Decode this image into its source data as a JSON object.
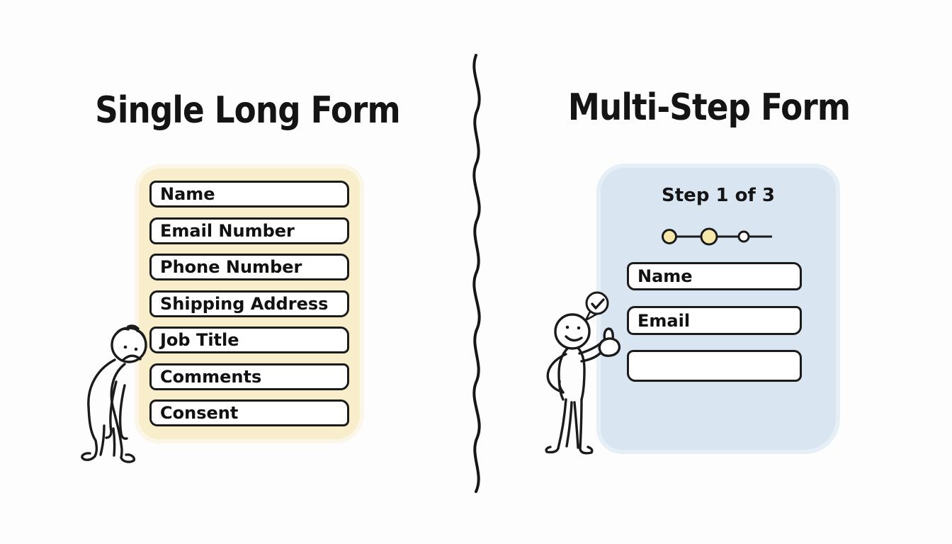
{
  "background_color": "#fdfdfd",
  "ink_color": "#1b1b1b",
  "left_section": {
    "title": "Single Long Form",
    "panel_color": "#f8eecb",
    "fields": [
      "Name",
      "Email Number",
      "Phone Number",
      "Shipping Address",
      "Job Title",
      "Comments",
      "Consent"
    ],
    "character": {
      "name": "sad-hunched-person",
      "mood": "sad"
    }
  },
  "divider": {
    "type": "wavy-vertical-line",
    "color": "#161616"
  },
  "right_section": {
    "title": "Multi-Step Form",
    "panel_color": "#d9e6f1",
    "step_label": "Step 1 of 3",
    "progress": {
      "total_steps": 3,
      "filled_steps": 2,
      "active_color": "#f6e8ab",
      "inactive_color": "#ffffff",
      "line_color": "#1b1b1b"
    },
    "fields": [
      "Name",
      "Email",
      ""
    ],
    "character": {
      "name": "happy-thumbs-up-person",
      "mood": "happy",
      "speech_bubble_icon": "checkmark"
    }
  }
}
